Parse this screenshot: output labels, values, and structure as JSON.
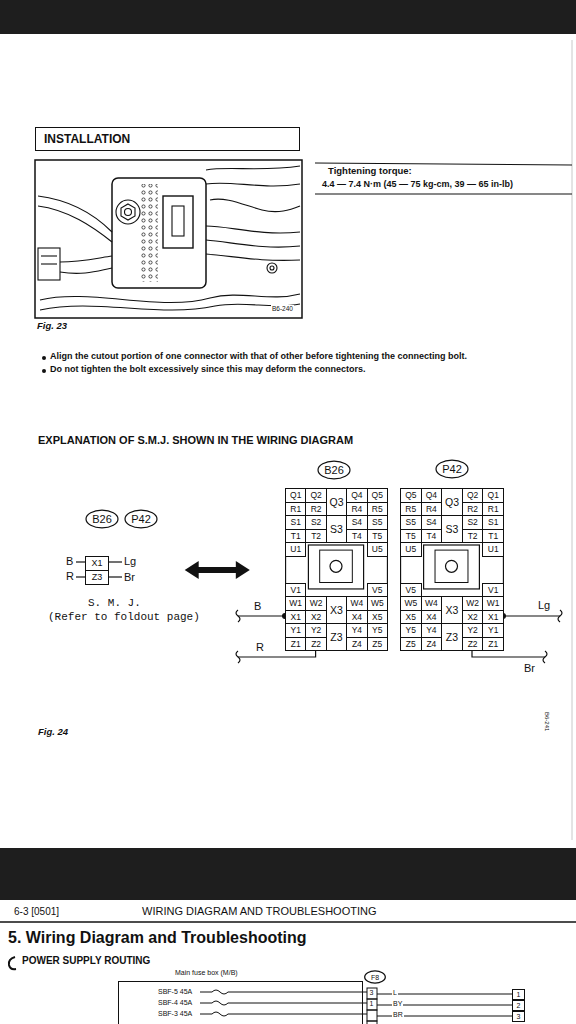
{
  "diagram": {
    "nodes": [
      {
        "text": [
          "INSTALLATION"
        ]
      },
      {
        "text": [
          "B26"
        ]
      },
      {
        "text": [
          "P42"
        ]
      },
      {
        "text": [
          "B26"
        ]
      },
      {
        "text": [
          "P42"
        ]
      },
      {
        "text": [
          "X1",
          "Z3"
        ]
      },
      {
        "text": [
          "Q1",
          "Q2",
          "Q3",
          "Q4",
          "Q5",
          "R1",
          "R2",
          "R4",
          "R5",
          "S1",
          "S2",
          "S3",
          "S4",
          "S5",
          "T1",
          "T2",
          "T4",
          "T5",
          "U1",
          "U5",
          "V1",
          "V5",
          "W1",
          "W2",
          "W4",
          "W5",
          "X1",
          "X2",
          "X3",
          "X4",
          "X5",
          "Y1",
          "Y2",
          "Y4",
          "Y5",
          "Z1",
          "Z2",
          "Z3",
          "Z4",
          "Z5"
        ]
      },
      {
        "text": [
          "Q5",
          "Q4",
          "Q3",
          "Q2",
          "Q1",
          "R5",
          "R4",
          "R2",
          "R1",
          "S5",
          "S4",
          "S3",
          "S2",
          "S1",
          "T5",
          "T4",
          "T2",
          "T1",
          "U5",
          "U1",
          "V5",
          "V1",
          "W5",
          "W4",
          "W2",
          "W1",
          "X5",
          "X4",
          "X3",
          "X2",
          "X1",
          "Y5",
          "Y4",
          "Y2",
          "Y1",
          "Z5",
          "Z4",
          "Z3",
          "Z2",
          "Z1"
        ]
      },
      {
        "text": [
          "Main fuse box (M/B)",
          "SBF-5 45A",
          "SBF-4 45A",
          "SBF-3 45A"
        ]
      },
      {
        "text": [
          "F8"
        ]
      },
      {
        "text": [
          "1"
        ]
      },
      {
        "text": [
          "2"
        ]
      },
      {
        "text": [
          "3"
        ]
      }
    ],
    "edges": [
      {
        "from": 5,
        "to": 6,
        "arrow": "both"
      }
    ],
    "labels": [
      "Tightening torque:",
      "4.4 — 7.4 N·m (45 — 75 kg-cm, 39 — 65 in-lb)",
      "B6-240",
      "Fig. 23",
      "Align the cutout portion of one connector with that of other before tightening the connecting bolt.",
      "Do not tighten the bolt excessively since this may deform the connectors.",
      "EXPLANATION OF S.M.J. SHOWN IN THE WIRING DIAGRAM",
      "B",
      "R",
      "Lg",
      "Br",
      "S. M. J.",
      "(Refer to foldout page)",
      "B",
      "R",
      "Lg",
      "Br",
      "Fig. 24",
      "B6-241",
      "6-3 [0501]",
      "WIRING DIAGRAM AND TROUBLESHOOTING",
      "5. Wiring Diagram and Troubleshooting",
      "POWER SUPPLY ROUTING",
      "3",
      "1",
      "L",
      "BY",
      "BR"
    ]
  }
}
